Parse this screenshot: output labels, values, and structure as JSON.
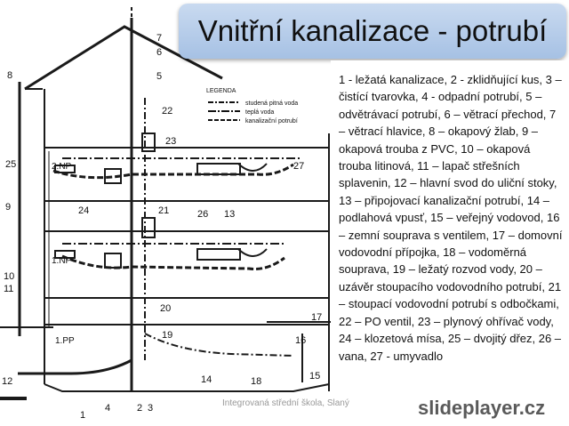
{
  "title": "Vnitřní kanalizace - potrubí",
  "description": "1 - ležatá kanalizace, 2 - zklidňující kus, 3 – čistící tvarovka, 4 - odpadní potrubí, 5 – odvětrávací potrubí, 6 – větrací přechod, 7 – větrací hlavice, 8 – okapový žlab, 9 – okapová trouba z PVC, 10 – okapová trouba litinová, 11 – lapač střešních splavenin, 12 – hlavní svod do uliční stoky, 13 – připojovací kanalizační potrubí, 14 – podlahová vpusť, 15 – veřejný vodovod, 16 – zemní souprava s ventilem, 17 – domovní vodovodní přípojka, 18 – vodoměrná souprava, 19 – ležatý rozvod vody, 20 – uzávěr stoupacího vodovodního potrubí, 21 – stoupací vodovodní potrubí s odbočkami, 22 – PO ventil, 23 – plynový ohřívač vody, 24 – klozetová mísa, 25 – dvojitý dřez, 26 – vana, 27 - umyvadlo",
  "legend": {
    "heading": "LEGENDA",
    "items": [
      "studená pitná voda",
      "teplá voda",
      "kanalizační potrubí"
    ]
  },
  "diagram_labels": {
    "n1": "1",
    "n2": "2",
    "n3": "3",
    "n4": "4",
    "n5": "5",
    "n6": "6",
    "n7": "7",
    "n8": "8",
    "n9": "9",
    "n10": "10",
    "n11": "11",
    "n12": "12",
    "n13": "13",
    "n14": "14",
    "n15": "15",
    "n16": "16",
    "n17": "17",
    "n18": "18",
    "n19": "19",
    "n20": "20",
    "n21": "21",
    "n22": "22",
    "n23": "23",
    "n24": "24",
    "n25": "25",
    "n26": "26",
    "n27": "27",
    "floor_2np": "2.NP",
    "floor_1np": "1.NP",
    "floor_1pp": "1.PP"
  },
  "footer": "Integrovaná střední škola, Slaný",
  "brand": "slideplayer.cz"
}
